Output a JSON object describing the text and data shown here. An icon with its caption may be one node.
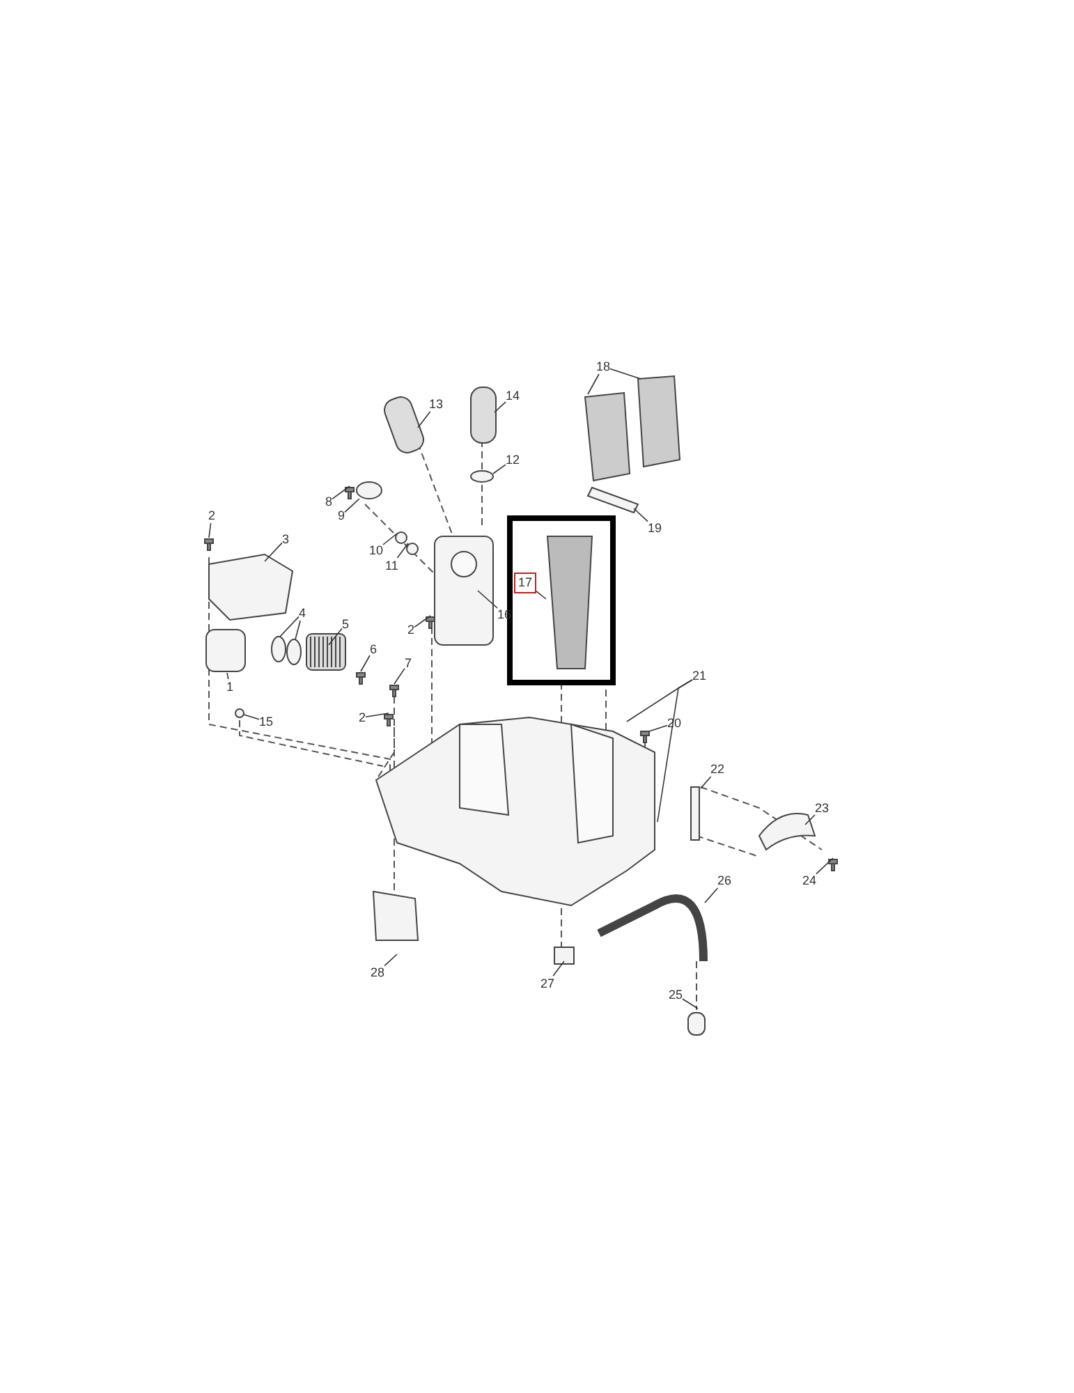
{
  "diagram": {
    "nodes": [
      {
        "text": [
          "18"
        ]
      },
      {
        "text": [
          "13"
        ]
      },
      {
        "text": [
          "14"
        ]
      },
      {
        "text": [
          "12"
        ]
      },
      {
        "text": [
          "8"
        ]
      },
      {
        "text": [
          "9"
        ]
      },
      {
        "text": [
          "2"
        ]
      },
      {
        "text": [
          "3"
        ]
      },
      {
        "text": [
          "10"
        ]
      },
      {
        "text": [
          "11"
        ]
      },
      {
        "text": [],
        "shape": "box"
      },
      {
        "text": [
          "17"
        ],
        "in": 10
      },
      {
        "text": [
          "19"
        ]
      },
      {
        "text": [
          "16"
        ]
      },
      {
        "text": [
          "4"
        ]
      },
      {
        "text": [
          "5"
        ]
      },
      {
        "text": [
          "2"
        ]
      },
      {
        "text": [
          "1"
        ]
      },
      {
        "text": [
          "6"
        ]
      },
      {
        "text": [
          "7"
        ]
      },
      {
        "text": [
          "21"
        ]
      },
      {
        "text": [
          "15"
        ]
      },
      {
        "text": [
          "20"
        ]
      },
      {
        "text": [
          "2"
        ]
      },
      {
        "text": [
          "22"
        ]
      },
      {
        "text": [
          "23"
        ]
      },
      {
        "text": [
          "24"
        ]
      },
      {
        "text": [
          "26"
        ]
      },
      {
        "text": [
          "27"
        ]
      },
      {
        "text": [
          "28"
        ]
      },
      {
        "text": [
          "25"
        ]
      }
    ],
    "edges": [
      {
        "from": 0,
        "to": null,
        "arrow": "none"
      },
      {
        "from": 0,
        "to": null,
        "arrow": "none"
      },
      {
        "from": 1,
        "to": null,
        "arrow": "none"
      },
      {
        "from": 2,
        "to": null,
        "arrow": "none"
      },
      {
        "from": 3,
        "to": null,
        "arrow": "none"
      },
      {
        "from": 4,
        "to": null,
        "arrow": "none"
      },
      {
        "from": 5,
        "to": null,
        "arrow": "none"
      },
      {
        "from": 6,
        "to": null,
        "arrow": "none"
      },
      {
        "from": 7,
        "to": null,
        "arrow": "none"
      },
      {
        "from": 8,
        "to": null,
        "arrow": "none"
      },
      {
        "from": 9,
        "to": null,
        "arrow": "none"
      },
      {
        "from": 11,
        "to": null,
        "arrow": "none"
      },
      {
        "from": 12,
        "to": null,
        "arrow": "none"
      },
      {
        "from": 13,
        "to": null,
        "arrow": "none"
      },
      {
        "from": 14,
        "to": null,
        "arrow": "none"
      },
      {
        "from": 14,
        "to": null,
        "arrow": "none"
      },
      {
        "from": 15,
        "to": null,
        "arrow": "none"
      },
      {
        "from": 16,
        "to": null,
        "arrow": "none"
      },
      {
        "from": 17,
        "to": null,
        "arrow": "none"
      },
      {
        "from": 18,
        "to": null,
        "arrow": "none"
      },
      {
        "from": 19,
        "to": null,
        "arrow": "none"
      },
      {
        "from": 20,
        "to": null,
        "arrow": "none"
      },
      {
        "from": 20,
        "to": null,
        "arrow": "none"
      },
      {
        "from": 21,
        "to": null,
        "arrow": "none"
      },
      {
        "from": 22,
        "to": null,
        "arrow": "none"
      },
      {
        "from": 23,
        "to": null,
        "arrow": "none"
      },
      {
        "from": 24,
        "to": null,
        "arrow": "none"
      },
      {
        "from": 25,
        "to": null,
        "arrow": "none"
      },
      {
        "from": 26,
        "to": null,
        "arrow": "none"
      },
      {
        "from": 27,
        "to": null,
        "arrow": "none"
      },
      {
        "from": 28,
        "to": null,
        "arrow": "none"
      },
      {
        "from": 29,
        "to": null,
        "arrow": "none"
      },
      {
        "from": 30,
        "to": null,
        "arrow": "none"
      }
    ]
  }
}
